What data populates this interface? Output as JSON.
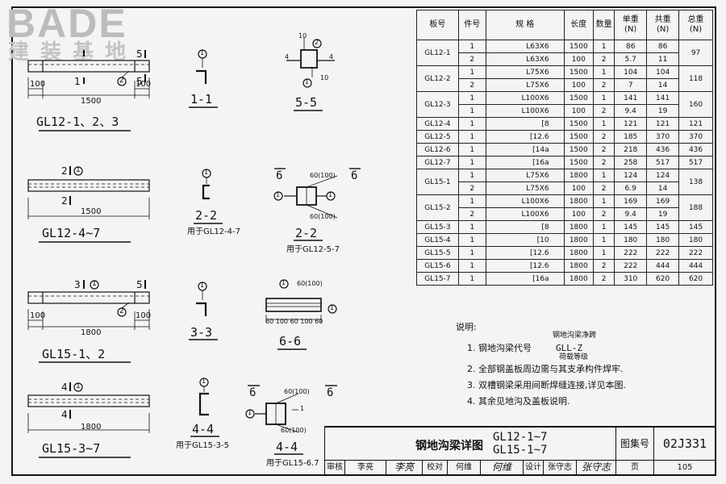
{
  "logo": {
    "text": "BADE",
    "subtitle": "建装基地"
  },
  "drawing_labels": {
    "gl12_123": "GL12-1、2、3",
    "gl12_47": "GL12-4~7",
    "gl15_12": "GL15-1、2",
    "gl15_37": "GL15-3~7",
    "sec_1_1": "1-1",
    "sec_5_5": "5-5",
    "sec_2_2a": "2-2",
    "sec_2_2a_note": "用于GL12-4-7",
    "sec_2_2b": "2-2",
    "sec_2_2b_note": "用于GL12-5-7",
    "sec_3_3": "3-3",
    "sec_6_6": "6-6",
    "sec_4_4a": "4-4",
    "sec_4_4a_note": "用于GL15-3-5",
    "sec_4_4b": "4-4",
    "sec_4_4b_note": "用于GL15-6.7",
    "sec_6_head": "6",
    "dim_1500": "1500",
    "dim_1800": "1800",
    "dim_100": "100",
    "dim_60_100": "60(100)",
    "dim_10": "10",
    "dim_seq": "60 100 60 100 60",
    "mark_1": "1",
    "mark_2": "2",
    "mark_3": "3",
    "mark_4": "4",
    "mark_5": "5",
    "weld_4": "4"
  },
  "table": {
    "headers": [
      "板号",
      "件号",
      "规 格",
      "长度",
      "数量",
      "单重\n(N)",
      "共重\n(N)",
      "总重\n(N)"
    ],
    "groups": [
      {
        "board": "GL12-1",
        "total": "97",
        "rows": [
          {
            "part": "1",
            "spec": "L63X6",
            "length": "1500",
            "qty": "1",
            "unit": "86",
            "sum": "86"
          },
          {
            "part": "2",
            "spec": "L63X6",
            "length": "100",
            "qty": "2",
            "unit": "5.7",
            "sum": "11"
          }
        ]
      },
      {
        "board": "GL12-2",
        "total": "118",
        "rows": [
          {
            "part": "1",
            "spec": "L75X6",
            "length": "1500",
            "qty": "1",
            "unit": "104",
            "sum": "104"
          },
          {
            "part": "2",
            "spec": "L75X6",
            "length": "100",
            "qty": "2",
            "unit": "7",
            "sum": "14"
          }
        ]
      },
      {
        "board": "GL12-3",
        "total": "160",
        "rows": [
          {
            "part": "1",
            "spec": "L100X6",
            "length": "1500",
            "qty": "1",
            "unit": "141",
            "sum": "141"
          },
          {
            "part": "1",
            "spec": "L100X6",
            "length": "100",
            "qty": "2",
            "unit": "9.4",
            "sum": "19"
          }
        ]
      },
      {
        "board": "GL12-4",
        "total": "121",
        "rows": [
          {
            "part": "1",
            "spec": "[8",
            "length": "1500",
            "qty": "1",
            "unit": "121",
            "sum": "121"
          }
        ]
      },
      {
        "board": "GL12-5",
        "total": "370",
        "rows": [
          {
            "part": "1",
            "spec": "[12.6",
            "length": "1500",
            "qty": "2",
            "unit": "185",
            "sum": "370"
          }
        ]
      },
      {
        "board": "GL12-6",
        "total": "436",
        "rows": [
          {
            "part": "1",
            "spec": "[14a",
            "length": "1500",
            "qty": "2",
            "unit": "218",
            "sum": "436"
          }
        ]
      },
      {
        "board": "GL12-7",
        "total": "517",
        "rows": [
          {
            "part": "1",
            "spec": "[16a",
            "length": "1500",
            "qty": "2",
            "unit": "258",
            "sum": "517"
          }
        ]
      },
      {
        "board": "GL15-1",
        "total": "138",
        "rows": [
          {
            "part": "1",
            "spec": "L75X6",
            "length": "1800",
            "qty": "1",
            "unit": "124",
            "sum": "124"
          },
          {
            "part": "2",
            "spec": "L75X6",
            "length": "100",
            "qty": "2",
            "unit": "6.9",
            "sum": "14"
          }
        ]
      },
      {
        "board": "GL15-2",
        "total": "188",
        "rows": [
          {
            "part": "1",
            "spec": "L100X6",
            "length": "1800",
            "qty": "1",
            "unit": "169",
            "sum": "169"
          },
          {
            "part": "2",
            "spec": "L100X6",
            "length": "100",
            "qty": "2",
            "unit": "9.4",
            "sum": "19"
          }
        ]
      },
      {
        "board": "GL15-3",
        "total": "145",
        "rows": [
          {
            "part": "1",
            "spec": "[8",
            "length": "1800",
            "qty": "1",
            "unit": "145",
            "sum": "145"
          }
        ]
      },
      {
        "board": "GL15-4",
        "total": "180",
        "rows": [
          {
            "part": "1",
            "spec": "[10",
            "length": "1800",
            "qty": "1",
            "unit": "180",
            "sum": "180"
          }
        ]
      },
      {
        "board": "GL15-5",
        "total": "222",
        "rows": [
          {
            "part": "1",
            "spec": "[12.6",
            "length": "1800",
            "qty": "1",
            "unit": "222",
            "sum": "222"
          }
        ]
      },
      {
        "board": "GL15-6",
        "total": "444",
        "rows": [
          {
            "part": "1",
            "spec": "[12.6",
            "length": "1800",
            "qty": "2",
            "unit": "222",
            "sum": "444"
          }
        ]
      },
      {
        "board": "GL15-7",
        "total": "620",
        "rows": [
          {
            "part": "1",
            "spec": "[16a",
            "length": "1800",
            "qty": "2",
            "unit": "310",
            "sum": "620"
          }
        ]
      }
    ]
  },
  "notes": {
    "title": "说明:",
    "annot_top": "钢地沟梁净跨",
    "item1_prefix": "1. 钢地沟梁代号",
    "item1_code": "GLL-Z",
    "annot_bottom": "荷载等级",
    "item2": "2. 全部钢盖板周边需与其支承构件焊牢.",
    "item3": "3. 双槽钢梁采用间断焊缝连接,详见本图.",
    "item4": "4. 其余见地沟及盖板说明."
  },
  "title_block": {
    "name": "钢地沟梁详图",
    "code1": "GL12-1~7",
    "code2": "GL15-1~7",
    "atlas_label": "图集号",
    "atlas_value": "02J331",
    "review_label": "审核",
    "review_name": "李亮",
    "review_sig": "李亮",
    "check_label": "校对",
    "check_name": "何维",
    "check_sig": "何维",
    "design_label": "设计",
    "design_name": "张守志",
    "design_sig": "张守志",
    "page_label": "页",
    "page_value": "105"
  }
}
